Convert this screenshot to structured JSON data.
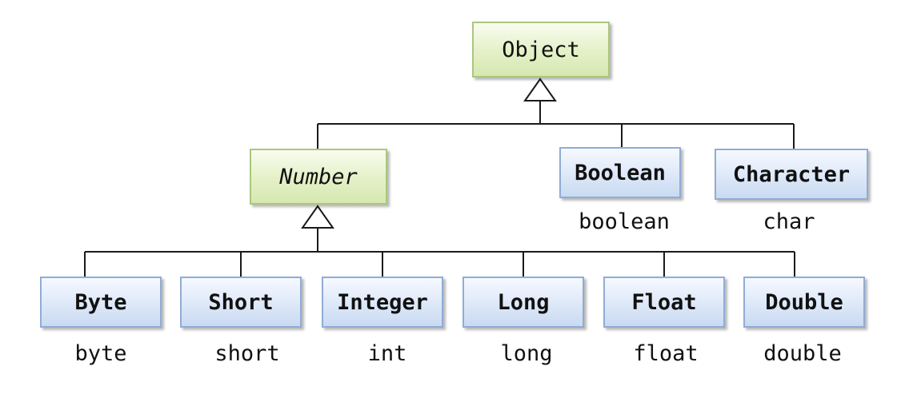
{
  "root": {
    "label": "Object"
  },
  "number": {
    "label": "Number"
  },
  "wrappers": {
    "boolean": {
      "label": "Boolean",
      "primitive": "boolean"
    },
    "character": {
      "label": "Character",
      "primitive": "char"
    },
    "byte": {
      "label": "Byte",
      "primitive": "byte"
    },
    "short": {
      "label": "Short",
      "primitive": "short"
    },
    "integer": {
      "label": "Integer",
      "primitive": "int"
    },
    "long": {
      "label": "Long",
      "primitive": "long"
    },
    "float": {
      "label": "Float",
      "primitive": "float"
    },
    "double": {
      "label": "Double",
      "primitive": "double"
    }
  },
  "colors": {
    "abstract_fill": "#e4f0c7",
    "abstract_border": "#a9c77e",
    "concrete_fill": "#dde8f8",
    "concrete_border": "#90acd6",
    "line": "#1a1a1a"
  }
}
